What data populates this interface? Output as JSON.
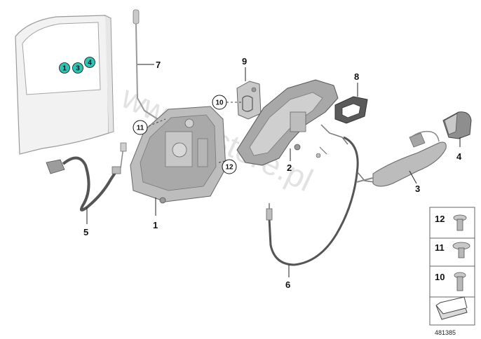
{
  "diagram": {
    "part_numbers": {
      "p1": "1",
      "p2": "2",
      "p3": "3",
      "p4": "4",
      "p5": "5",
      "p6": "6",
      "p7": "7",
      "p8": "8",
      "p9": "9",
      "p10": "10",
      "p11": "11",
      "p12": "12"
    },
    "door_badges": [
      "1",
      "3",
      "4"
    ],
    "side_panel": [
      {
        "label": "12"
      },
      {
        "label": "11"
      },
      {
        "label": "10"
      }
    ],
    "watermark": "www.wstore.pl",
    "reference_number": "481385",
    "colors": {
      "badge_fill": "#2bc4b4",
      "part_gray": "#b9b9b9",
      "line": "#222222"
    }
  }
}
